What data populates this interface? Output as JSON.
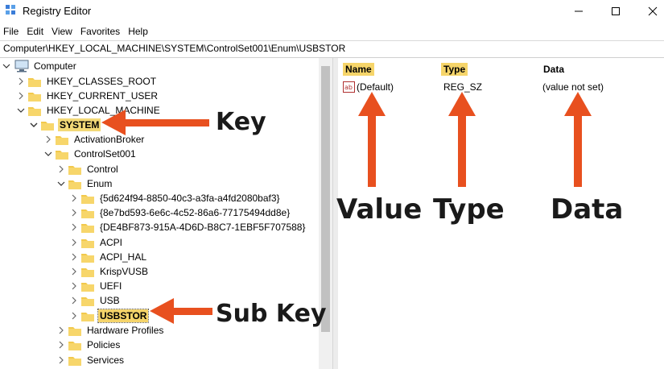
{
  "window": {
    "title": "Registry Editor",
    "icon": "registry-editor-icon"
  },
  "menu": [
    "File",
    "Edit",
    "View",
    "Favorites",
    "Help"
  ],
  "address": "Computer\\HKEY_LOCAL_MACHINE\\SYSTEM\\ControlSet001\\Enum\\USBSTOR",
  "tree": {
    "root": "Computer",
    "items": [
      {
        "label": "HKEY_CLASSES_ROOT"
      },
      {
        "label": "HKEY_CURRENT_USER"
      },
      {
        "label": "HKEY_LOCAL_MACHINE"
      },
      {
        "label": "SYSTEM"
      },
      {
        "label": "ActivationBroker"
      },
      {
        "label": "ControlSet001"
      },
      {
        "label": "Control"
      },
      {
        "label": "Enum"
      },
      {
        "label": "{5d624f94-8850-40c3-a3fa-a4fd2080baf3}"
      },
      {
        "label": "{8e7bd593-6e6c-4c52-86a6-77175494dd8e}"
      },
      {
        "label": "{DE4BF873-915A-4D6D-B8C7-1EBF5F707588}"
      },
      {
        "label": "ACPI"
      },
      {
        "label": "ACPI_HAL"
      },
      {
        "label": "KrispVUSB"
      },
      {
        "label": "UEFI"
      },
      {
        "label": "USB"
      },
      {
        "label": "USBSTOR"
      },
      {
        "label": "Hardware Profiles"
      },
      {
        "label": "Policies"
      },
      {
        "label": "Services"
      }
    ]
  },
  "values_pane": {
    "columns": [
      "Name",
      "Type",
      "Data"
    ],
    "rows": [
      {
        "name": "(Default)",
        "type": "REG_SZ",
        "data": "(value not set)"
      }
    ]
  },
  "annotations": {
    "key": "Key",
    "sub_key": "Sub Key",
    "value": "Value",
    "type": "Type",
    "data": "Data"
  },
  "colors": {
    "arrow": "#e8501f",
    "folder": "#f2c94c",
    "highlight": "#f5d46a"
  }
}
